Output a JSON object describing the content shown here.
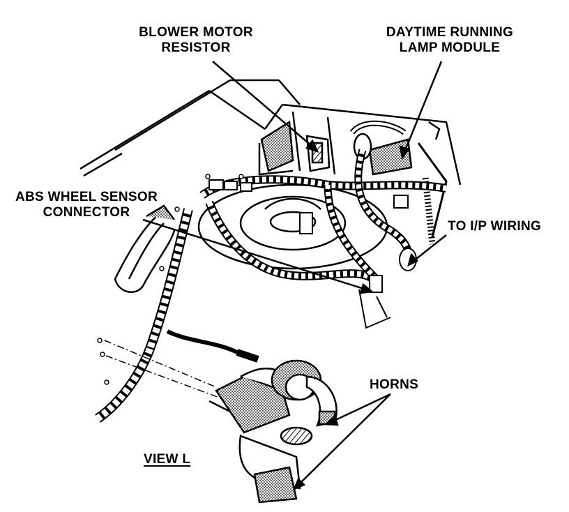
{
  "labels": {
    "blower_motor_resistor": [
      "BLOWER MOTOR",
      "RESISTOR"
    ],
    "daytime_running_lamp_module": [
      "DAYTIME RUNNING",
      "LAMP MODULE"
    ],
    "abs_wheel_sensor_connector": [
      "ABS WHEEL SENSOR",
      "CONNECTOR"
    ],
    "to_ip_wiring": "TO I/P WIRING",
    "horns": "HORNS",
    "view": "VIEW L"
  },
  "colors": {
    "ink": "#000000",
    "paper": "#ffffff",
    "stipple": "#8a8a8a"
  }
}
